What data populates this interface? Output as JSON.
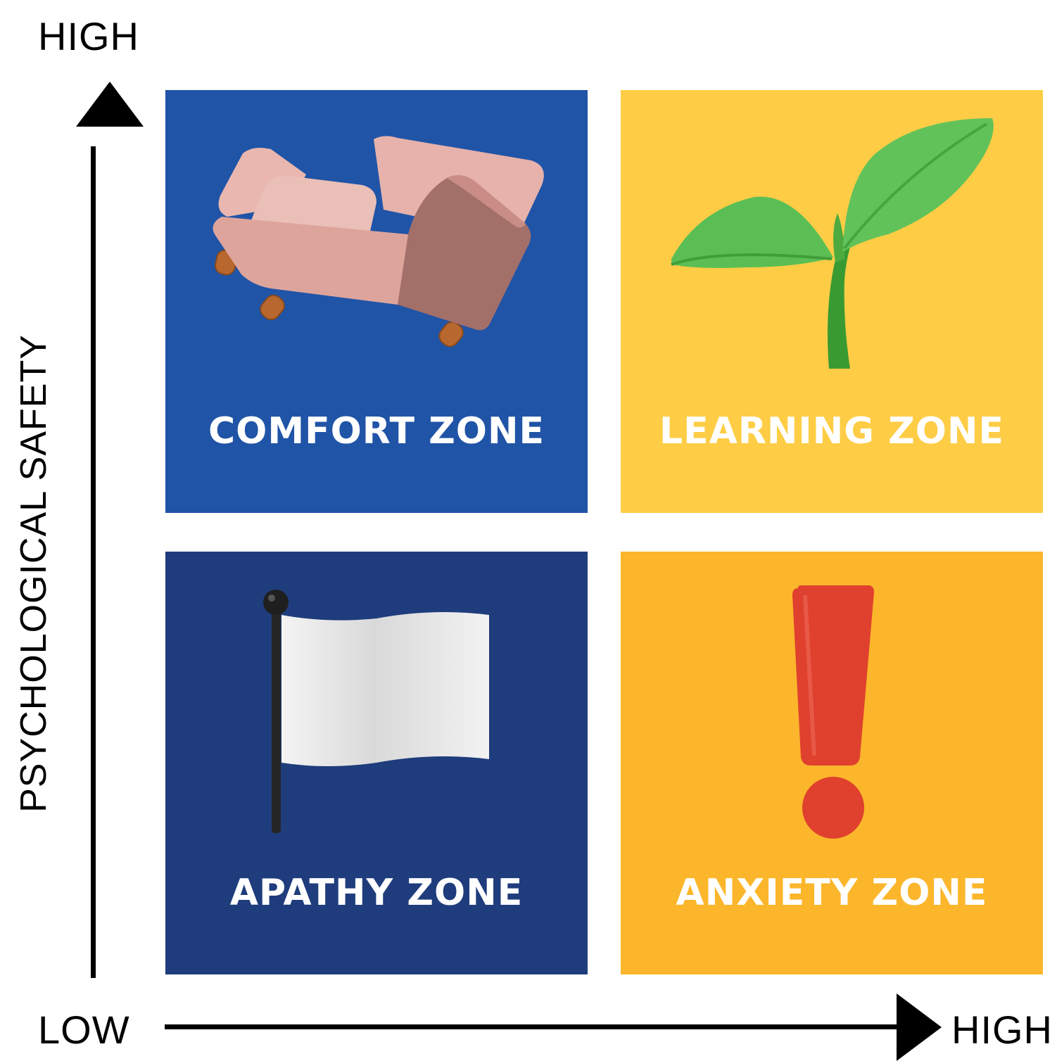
{
  "axes": {
    "y_title": "PSYCHOLOGICAL SAFETY",
    "y_high": "HIGH",
    "x_low": "LOW",
    "x_high": "HIGH"
  },
  "quadrants": [
    {
      "label": "COMFORT ZONE",
      "color": "#2054A7",
      "icon": "armchair-icon"
    },
    {
      "label": "LEARNING ZONE",
      "color": "#FECD45",
      "icon": "seedling-icon"
    },
    {
      "label": "APATHY ZONE",
      "color": "#1F3D7C",
      "icon": "white-flag-icon"
    },
    {
      "label": "ANXIETY ZONE",
      "color": "#FBB62B",
      "icon": "exclamation-icon"
    }
  ]
}
